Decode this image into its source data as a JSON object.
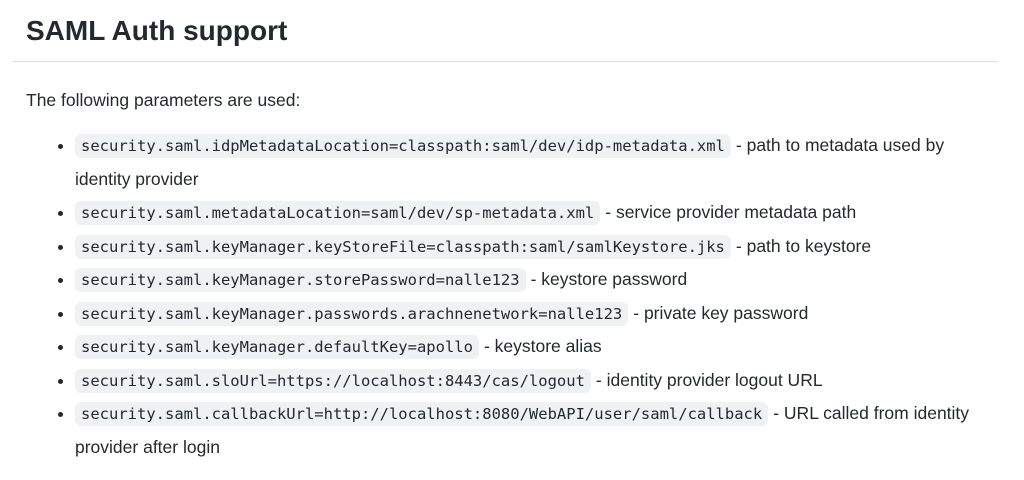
{
  "page": {
    "title": "SAML Auth support",
    "intro": "The following parameters are used:",
    "colors": {
      "background": "#ffffff",
      "text": "#24292f",
      "divider_border": "#d8dee4",
      "code_background": "#eff1f3"
    },
    "parameters": [
      {
        "code": "security.saml.idpMetadataLocation=classpath:saml/dev/idp-metadata.xml",
        "description": "- path to metadata used by identity provider"
      },
      {
        "code": "security.saml.metadataLocation=saml/dev/sp-metadata.xml",
        "description": "- service provider metadata path"
      },
      {
        "code": "security.saml.keyManager.keyStoreFile=classpath:saml/samlKeystore.jks",
        "description": "- path to keystore"
      },
      {
        "code": "security.saml.keyManager.storePassword=nalle123",
        "description": "- keystore password"
      },
      {
        "code": "security.saml.keyManager.passwords.arachnenetwork=nalle123",
        "description": "- private key password"
      },
      {
        "code": "security.saml.keyManager.defaultKey=apollo",
        "description": "- keystore alias"
      },
      {
        "code": "security.saml.sloUrl=https://localhost:8443/cas/logout",
        "description": "- identity provider logout URL"
      },
      {
        "code": "security.saml.callbackUrl=http://localhost:8080/WebAPI/user/saml/callback",
        "description": "- URL called from identity provider after login"
      }
    ]
  }
}
